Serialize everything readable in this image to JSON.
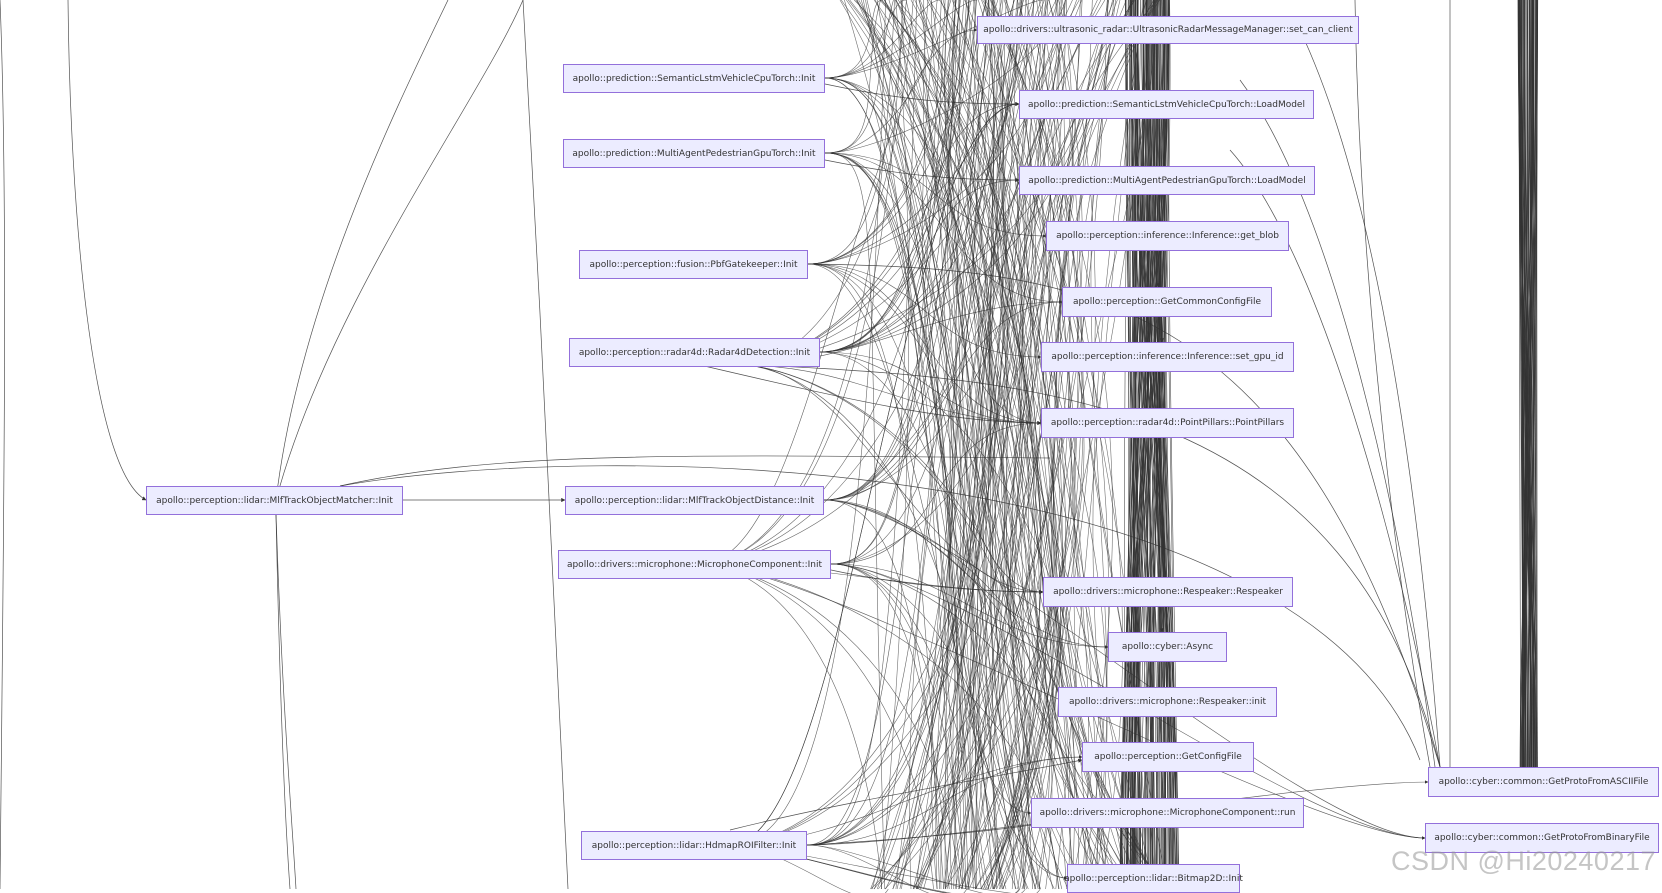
{
  "nodes": [
    {
      "id": "n_set_can_client",
      "label": "apollo::drivers::ultrasonic_radar::UltrasonicRadarMessageManager::set_can_client"
    },
    {
      "id": "n_sem_init",
      "label": "apollo::prediction::SemanticLstmVehicleCpuTorch::Init"
    },
    {
      "id": "n_sem_load",
      "label": "apollo::prediction::SemanticLstmVehicleCpuTorch::LoadModel"
    },
    {
      "id": "n_mped_init",
      "label": "apollo::prediction::MultiAgentPedestrianGpuTorch::Init"
    },
    {
      "id": "n_mped_load",
      "label": "apollo::prediction::MultiAgentPedestrianGpuTorch::LoadModel"
    },
    {
      "id": "n_get_blob",
      "label": "apollo::perception::inference::Inference::get_blob"
    },
    {
      "id": "n_pbf_init",
      "label": "apollo::perception::fusion::PbfGatekeeper::Init"
    },
    {
      "id": "n_common_cfg",
      "label": "apollo::perception::GetCommonConfigFile"
    },
    {
      "id": "n_radar4d_init",
      "label": "apollo::perception::radar4d::Radar4dDetection::Init"
    },
    {
      "id": "n_set_gpu",
      "label": "apollo::perception::inference::Inference::set_gpu_id"
    },
    {
      "id": "n_pointpillars",
      "label": "apollo::perception::radar4d::PointPillars::PointPillars"
    },
    {
      "id": "n_mlf_matcher",
      "label": "apollo::perception::lidar::MlfTrackObjectMatcher::Init"
    },
    {
      "id": "n_mlf_distance",
      "label": "apollo::perception::lidar::MlfTrackObjectDistance::Init"
    },
    {
      "id": "n_mic_init",
      "label": "apollo::drivers::microphone::MicrophoneComponent::Init"
    },
    {
      "id": "n_respeaker",
      "label": "apollo::drivers::microphone::Respeaker::Respeaker"
    },
    {
      "id": "n_async",
      "label": "apollo::cyber::Async"
    },
    {
      "id": "n_respeaker_init",
      "label": "apollo::drivers::microphone::Respeaker::init"
    },
    {
      "id": "n_get_cfg",
      "label": "apollo::perception::GetConfigFile"
    },
    {
      "id": "n_ascii",
      "label": "apollo::cyber::common::GetProtoFromASCIIFile"
    },
    {
      "id": "n_mic_run",
      "label": "apollo::drivers::microphone::MicrophoneComponent::run"
    },
    {
      "id": "n_binary",
      "label": "apollo::cyber::common::GetProtoFromBinaryFile"
    },
    {
      "id": "n_hdmap",
      "label": "apollo::perception::lidar::HdmapROIFilter::Init"
    },
    {
      "id": "n_bitmap",
      "label": "apollo::perception::lidar::Bitmap2D::Init"
    }
  ],
  "watermark": "CSDN @Hi20240217",
  "colors": {
    "node_fill": "#ececff",
    "node_border": "#9370db",
    "edge": "#333333",
    "text": "#333333"
  }
}
